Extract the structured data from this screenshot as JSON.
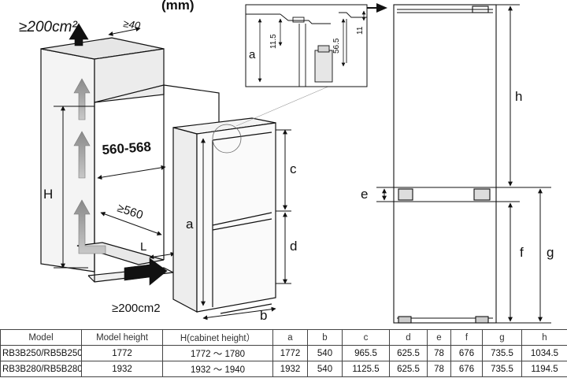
{
  "labels": {
    "unit": "(mm)",
    "vent_top": "≥200cm²",
    "gap_top": "≥40",
    "width_range": "560-568",
    "depth_min": "≥560",
    "vent_bottom": "≥200cm2",
    "H": "H",
    "L": "L",
    "a": "a",
    "b": "b",
    "c": "c",
    "d": "d",
    "e": "e",
    "f": "f",
    "g": "g",
    "h": "h",
    "detail_a": "a",
    "detail_115": "11.5",
    "detail_565": "56.5",
    "detail_11": "11"
  },
  "table": {
    "headers": [
      "Model",
      "Model height",
      "H(cabinet height）",
      "a",
      "b",
      "c",
      "d",
      "e",
      "f",
      "g",
      "h"
    ],
    "rows": [
      [
        "RB3B250/RB5B250",
        "1772",
        "1772 ～ 1780",
        "1772",
        "540",
        "965.5",
        "625.5",
        "78",
        "676",
        "735.5",
        "1034.5"
      ],
      [
        "RB3B280/RB5B280",
        "1932",
        "1932 ～ 1940",
        "1932",
        "540",
        "1125.5",
        "625.5",
        "78",
        "676",
        "735.5",
        "1194.5"
      ]
    ]
  }
}
